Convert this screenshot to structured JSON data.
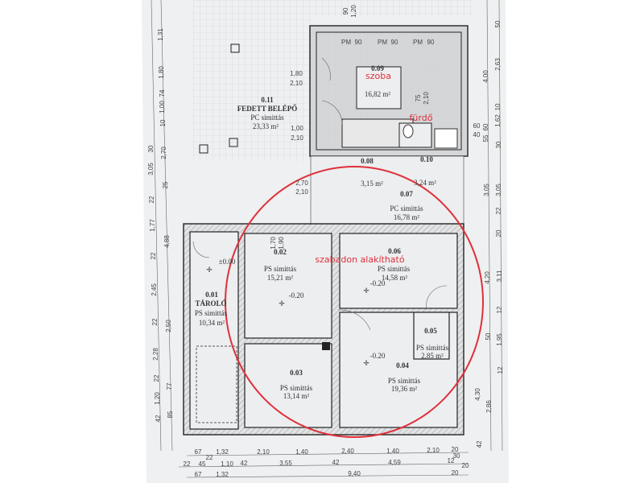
{
  "accent_color": "#e0303a",
  "annotations": {
    "bedroom": "szoba",
    "bathroom": "fürdő",
    "free_layout": "szabadon alakítható"
  },
  "rooms": [
    {
      "id": "0.11",
      "name": "FEDETT BELÉPŐ",
      "finish": "PC simittás",
      "area": "23,33 m²"
    },
    {
      "id": "0.09",
      "area": "16,82 m²"
    },
    {
      "id": "0.08",
      "area": "3,15 m²"
    },
    {
      "id": "0.10",
      "area": "3,24 m²"
    },
    {
      "id": "0.07",
      "finish": "PC simittás",
      "area": "16,78 m²"
    },
    {
      "id": "0.02",
      "finish": "PS simittás",
      "area": "15,21 m²",
      "level": "-0.20"
    },
    {
      "id": "0.01",
      "name": "TÁROLÓ",
      "finish": "PS simittás",
      "area": "10,34 m²",
      "level": "±0.00"
    },
    {
      "id": "0.06",
      "finish": "PS simittás",
      "area": "14,58 m²",
      "level": "-0.20"
    },
    {
      "id": "0.05",
      "finish": "PS simittás",
      "area": "2,85 m²"
    },
    {
      "id": "0.04",
      "finish": "PS simittás",
      "area": "19,36 m²",
      "level": "-0.20"
    },
    {
      "id": "0.03",
      "finish": "PS simittás",
      "area": "13,14 m²"
    }
  ],
  "openings": {
    "pm": [
      "PM",
      "90"
    ],
    "door1": [
      "1,80",
      "2,10"
    ],
    "door2": [
      "1,00",
      "2,10"
    ],
    "door3": [
      "2,70",
      "2,10"
    ],
    "door4": [
      "75",
      "2,10"
    ],
    "door5": [
      "1,70",
      "1,90"
    ],
    "window": [
      "60",
      "40"
    ],
    "top": [
      "90",
      "1,20"
    ]
  },
  "dims": {
    "bottom_row1": [
      "67",
      "1,32",
      "2,10",
      "1,40",
      "2,40",
      "1,40",
      "2,10",
      "20",
      "30",
      "22"
    ],
    "bottom_row2": [
      "22",
      "45",
      "1,10",
      "42",
      "3,55",
      "42",
      "4,59",
      "12",
      "20"
    ],
    "bottom_row3": [
      "67",
      "1,32",
      "9,40",
      "20"
    ],
    "left_outer": [
      "1,31",
      "1,80",
      "74",
      "1,00",
      "10",
      "2,70",
      "25",
      "4,88",
      "2,50",
      "77",
      "85"
    ],
    "left_inner": [
      "30",
      "3,05",
      "22",
      "1,77",
      "22",
      "2,45",
      "22",
      "2,28",
      "22",
      "1,20",
      "42"
    ],
    "right_inner": [
      "4,00",
      "55",
      "60",
      "3,05",
      "4,20",
      "50",
      "4,30",
      "42"
    ],
    "right_outer": [
      "50",
      "2,63",
      "10",
      "1,62",
      "30",
      "3,05",
      "22",
      "20",
      "3,11",
      "12",
      "1,95",
      "12",
      "2,86"
    ]
  }
}
